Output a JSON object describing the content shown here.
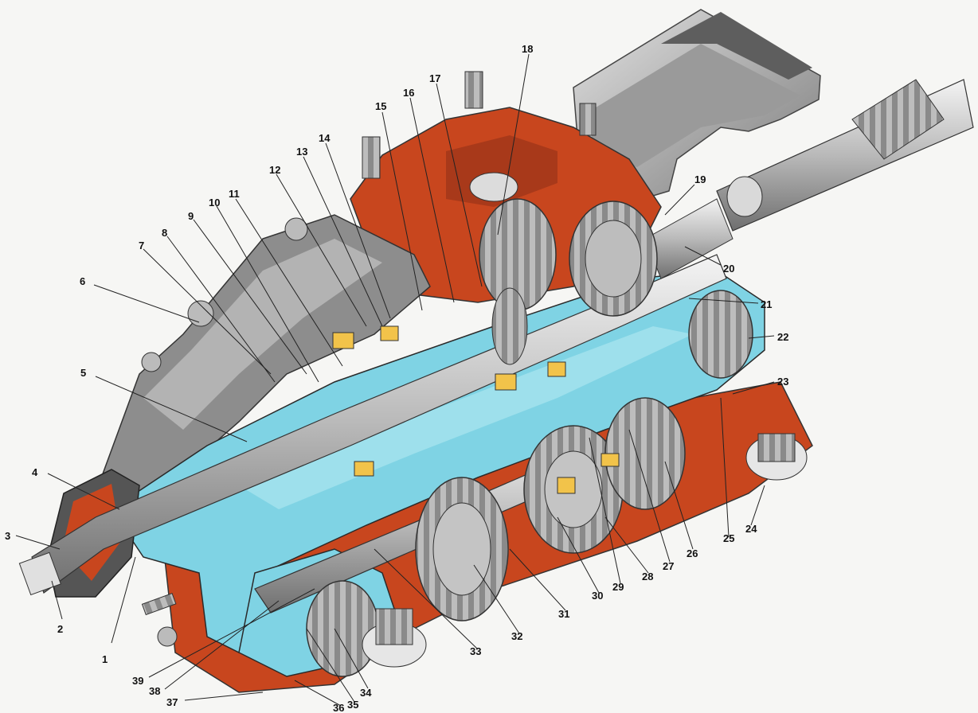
{
  "labels": [
    {
      "id": "1",
      "text": "1"
    },
    {
      "id": "2",
      "text": "2"
    },
    {
      "id": "3",
      "text": "3"
    },
    {
      "id": "4",
      "text": "4"
    },
    {
      "id": "5",
      "text": "5"
    },
    {
      "id": "6",
      "text": "6"
    },
    {
      "id": "7",
      "text": "7"
    },
    {
      "id": "8",
      "text": "8"
    },
    {
      "id": "9",
      "text": "9"
    },
    {
      "id": "10",
      "text": "10"
    },
    {
      "id": "11",
      "text": "11"
    },
    {
      "id": "12",
      "text": "12"
    },
    {
      "id": "13",
      "text": "13"
    },
    {
      "id": "14",
      "text": "14"
    },
    {
      "id": "15",
      "text": "15"
    },
    {
      "id": "16",
      "text": "16"
    },
    {
      "id": "17",
      "text": "17"
    },
    {
      "id": "18",
      "text": "18"
    },
    {
      "id": "19",
      "text": "19"
    },
    {
      "id": "20",
      "text": "20"
    },
    {
      "id": "21",
      "text": "21"
    },
    {
      "id": "22",
      "text": "22"
    },
    {
      "id": "23",
      "text": "23"
    },
    {
      "id": "24",
      "text": "24"
    },
    {
      "id": "25",
      "text": "25"
    },
    {
      "id": "26",
      "text": "26"
    },
    {
      "id": "27",
      "text": "27"
    },
    {
      "id": "28",
      "text": "28"
    },
    {
      "id": "29",
      "text": "29"
    },
    {
      "id": "30",
      "text": "30"
    },
    {
      "id": "31",
      "text": "31"
    },
    {
      "id": "32",
      "text": "32"
    },
    {
      "id": "33",
      "text": "33"
    },
    {
      "id": "34",
      "text": "34"
    },
    {
      "id": "35",
      "text": "35"
    },
    {
      "id": "36",
      "text": "36"
    },
    {
      "id": "37",
      "text": "37"
    },
    {
      "id": "38",
      "text": "38"
    },
    {
      "id": "39",
      "text": "39"
    }
  ],
  "colors": {
    "housing_cut": "#c8461e",
    "section_fill": "#7fd3e4",
    "metal": "#c9c9c9",
    "metal_dark": "#6e6e6e",
    "background": "#f6f6f4"
  }
}
